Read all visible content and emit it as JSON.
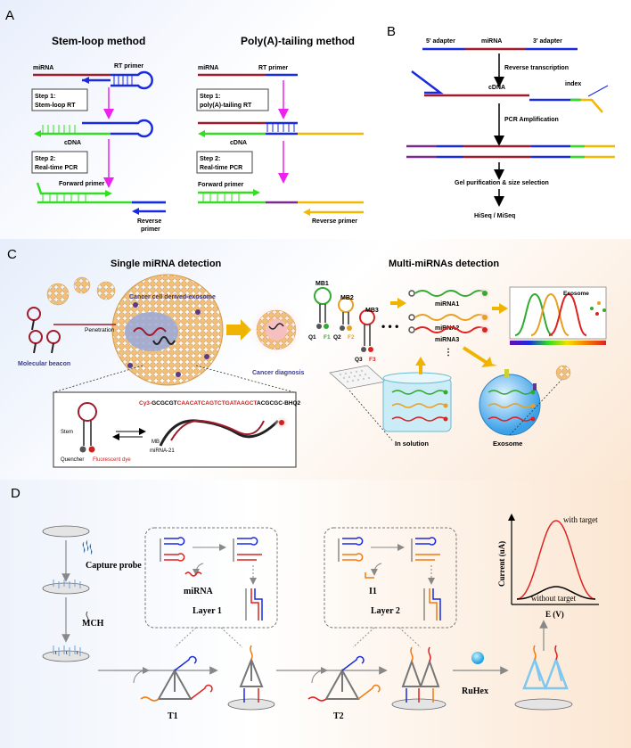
{
  "panels": {
    "a": {
      "letter": "A",
      "stem_title": "Stem-loop method",
      "poly_title": "Poly(A)-tailing method",
      "mirna": "miRNA",
      "rt_primer": "RT primer",
      "stem_step1": [
        "Step 1:",
        "Stem-loop RT"
      ],
      "poly_step1": [
        "Step 1:",
        "poly(A)-tailing RT"
      ],
      "step2": [
        "Step 2:",
        "Real-time PCR"
      ],
      "cdna": "cDNA",
      "forward_primer": "Forward primer",
      "reverse_primer": "Reverse primer",
      "reverse_line1": "Reverse",
      "reverse_line2": "primer"
    },
    "b": {
      "letter": "B",
      "adapter5": "5' adapter",
      "mirna": "miRNA",
      "adapter3": "3' adapter",
      "rt": "Reverse transcription",
      "cdna": "cDNA",
      "index": "index",
      "pcr": "PCR Amplification",
      "gel": "Gel purification & size selection",
      "seq": "HiSeq / MiSeq"
    },
    "c": {
      "letter": "C",
      "single_title": "Single miRNA detection",
      "multi_title": "Multi-miRNAs detection",
      "exosome_label": "Cancer cell derived-exosome",
      "penetration": "Penetration",
      "beacon": "Molecular beacon",
      "diagnosis": "Cancer diagnosis",
      "seq_prefix": "Cy3-",
      "seq_black1": "GCGCGT",
      "seq_red": "CAACATCAGTCTGATAAGCT",
      "seq_black2": "ACGCGC-BHQ2",
      "stem": "Stem",
      "quencher": "Quencher",
      "fluor": "Fluorescent dye",
      "mb": "MB",
      "mir21": "miRNA-21",
      "mb1": "MB1",
      "mb2": "MB2",
      "mb3": "MB3",
      "q1": "Q1",
      "f1": "F1",
      "q2": "Q2",
      "f2": "F2",
      "q3": "Q3",
      "f3": "F3",
      "mirna1": "miRNA1",
      "mirna2": "miRNA2",
      "mirna3": "miRNA3",
      "exosome_right": "Exosome",
      "in_solution": "In solution",
      "exosome_bottom": "Exosome"
    },
    "d": {
      "letter": "D",
      "capture": "Capture probe",
      "mch": "MCH",
      "mirna": "miRNA",
      "layer1": "Layer 1",
      "layer2": "Layer 2",
      "i1": "I1",
      "t1": "T1",
      "t2": "T2",
      "ruhex": "RuHex",
      "ylabel": "Current (uA)",
      "xlabel": "E (V)",
      "with_target": "with target",
      "without_target": "without target"
    }
  },
  "colors": {
    "mirna": "#a01c2c",
    "blue": "#1a2ae0",
    "green": "#33dd22",
    "magenta": "#ee22ee",
    "yellow": "#f5b800",
    "purple": "#7a2a8c",
    "arrow_gold": "#f0b400"
  }
}
